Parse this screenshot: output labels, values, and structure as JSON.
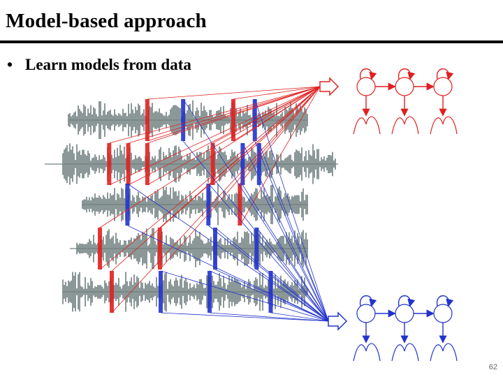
{
  "slide": {
    "title": "Model-based approach",
    "bullets": [
      "Learn models from data"
    ],
    "page_number": "62"
  },
  "colors": {
    "waveform": "#6f7f7f",
    "model_a": "#e02020",
    "model_b": "#2233cc",
    "text": "#000000",
    "background": "#ffffff"
  },
  "diagram": {
    "waveform_count": 5,
    "model_a_segments": [
      {
        "wave": 0,
        "at": 0.69
      },
      {
        "wave": 0,
        "at": 0.33
      },
      {
        "wave": 1,
        "at": 0.17
      },
      {
        "wave": 1,
        "at": 0.24
      },
      {
        "wave": 1,
        "at": 0.31
      },
      {
        "wave": 1,
        "at": 0.55
      },
      {
        "wave": 2,
        "at": 0.7
      },
      {
        "wave": 3,
        "at": 0.1
      },
      {
        "wave": 3,
        "at": 0.36
      },
      {
        "wave": 4,
        "at": 0.2
      }
    ],
    "model_b_segments": [
      {
        "wave": 0,
        "at": 0.48
      },
      {
        "wave": 0,
        "at": 0.78
      },
      {
        "wave": 1,
        "at": 0.66
      },
      {
        "wave": 1,
        "at": 0.72
      },
      {
        "wave": 2,
        "at": 0.2
      },
      {
        "wave": 2,
        "at": 0.56
      },
      {
        "wave": 3,
        "at": 0.6
      },
      {
        "wave": 3,
        "at": 0.78
      },
      {
        "wave": 4,
        "at": 0.4
      },
      {
        "wave": 4,
        "at": 0.6
      },
      {
        "wave": 4,
        "at": 0.85
      }
    ],
    "hmm_states_per_model": 3
  }
}
